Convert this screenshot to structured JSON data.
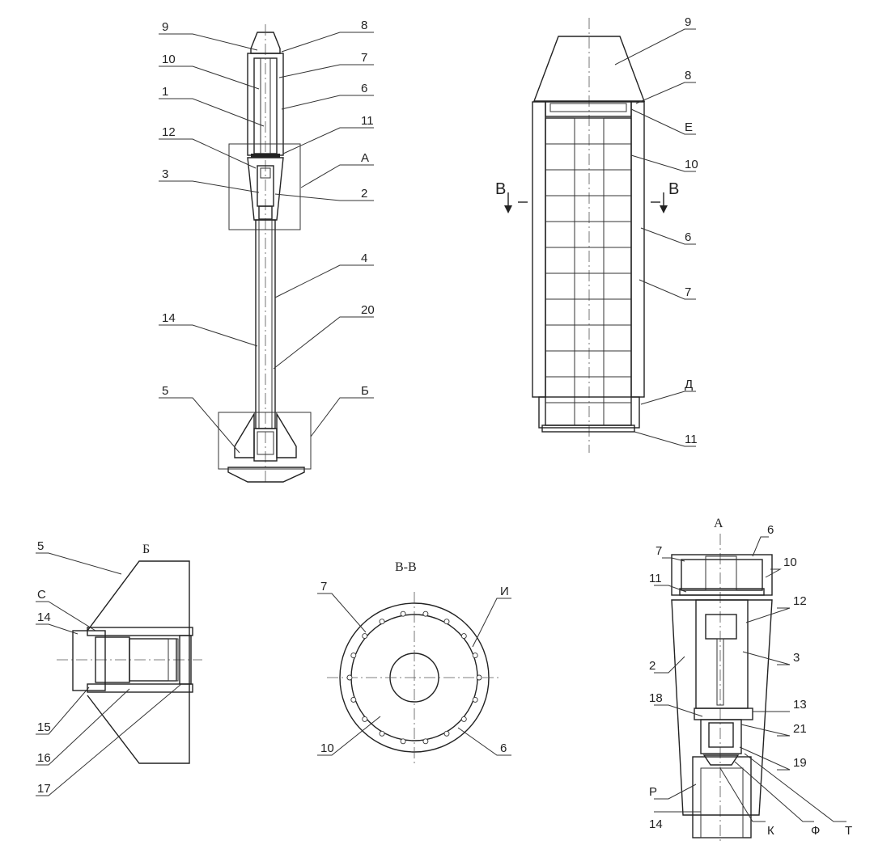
{
  "views": {
    "general": {
      "callouts": [
        "9",
        "8",
        "10",
        "7",
        "1",
        "6",
        "12",
        "11",
        "3",
        "А",
        "2",
        "4",
        "14",
        "20",
        "5",
        "Б"
      ]
    },
    "upper": {
      "callouts": [
        "9",
        "8",
        "Е",
        "10",
        "В",
        "В",
        "6",
        "7",
        "Д",
        "11"
      ]
    },
    "detail_b": {
      "title": "Б",
      "callouts": [
        "5",
        "С",
        "14",
        "15",
        "16",
        "17"
      ]
    },
    "section_vv": {
      "title": "В-В",
      "callouts": [
        "7",
        "И",
        "10",
        "6"
      ]
    },
    "detail_a": {
      "title": "А",
      "callouts": [
        "7",
        "6",
        "10",
        "11",
        "12",
        "2",
        "3",
        "13",
        "18",
        "21",
        "19",
        "Р",
        "14",
        "К",
        "Ф",
        "Т"
      ]
    }
  }
}
